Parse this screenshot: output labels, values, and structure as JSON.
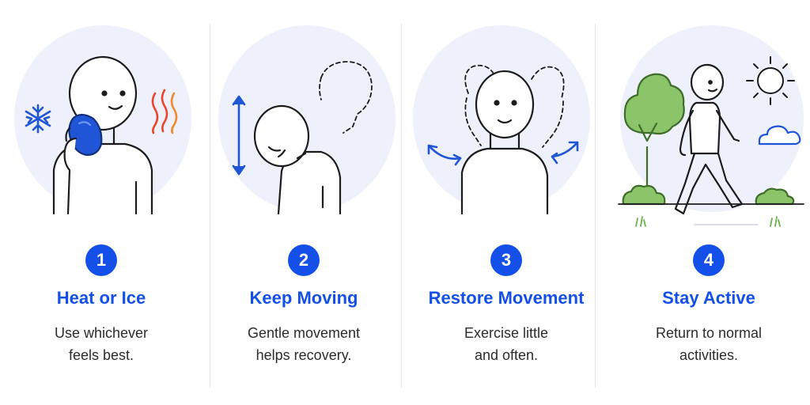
{
  "steps": [
    {
      "number": "1",
      "title": "Heat or Ice",
      "desc_line1": "Use whichever",
      "desc_line2": "feels best."
    },
    {
      "number": "2",
      "title": "Keep Moving",
      "desc_line1": "Gentle movement",
      "desc_line2": "helps recovery."
    },
    {
      "number": "3",
      "title": "Restore Movement",
      "desc_line1": "Exercise little",
      "desc_line2": "and often."
    },
    {
      "number": "4",
      "title": "Stay Active",
      "desc_line1": "Return to normal",
      "desc_line2": "activities."
    }
  ],
  "colors": {
    "accent": "#1450e8",
    "bubble": "#eef0fb",
    "heat": "#e8452c",
    "tree": "#8cc46a",
    "text": "#2b2b2b"
  }
}
